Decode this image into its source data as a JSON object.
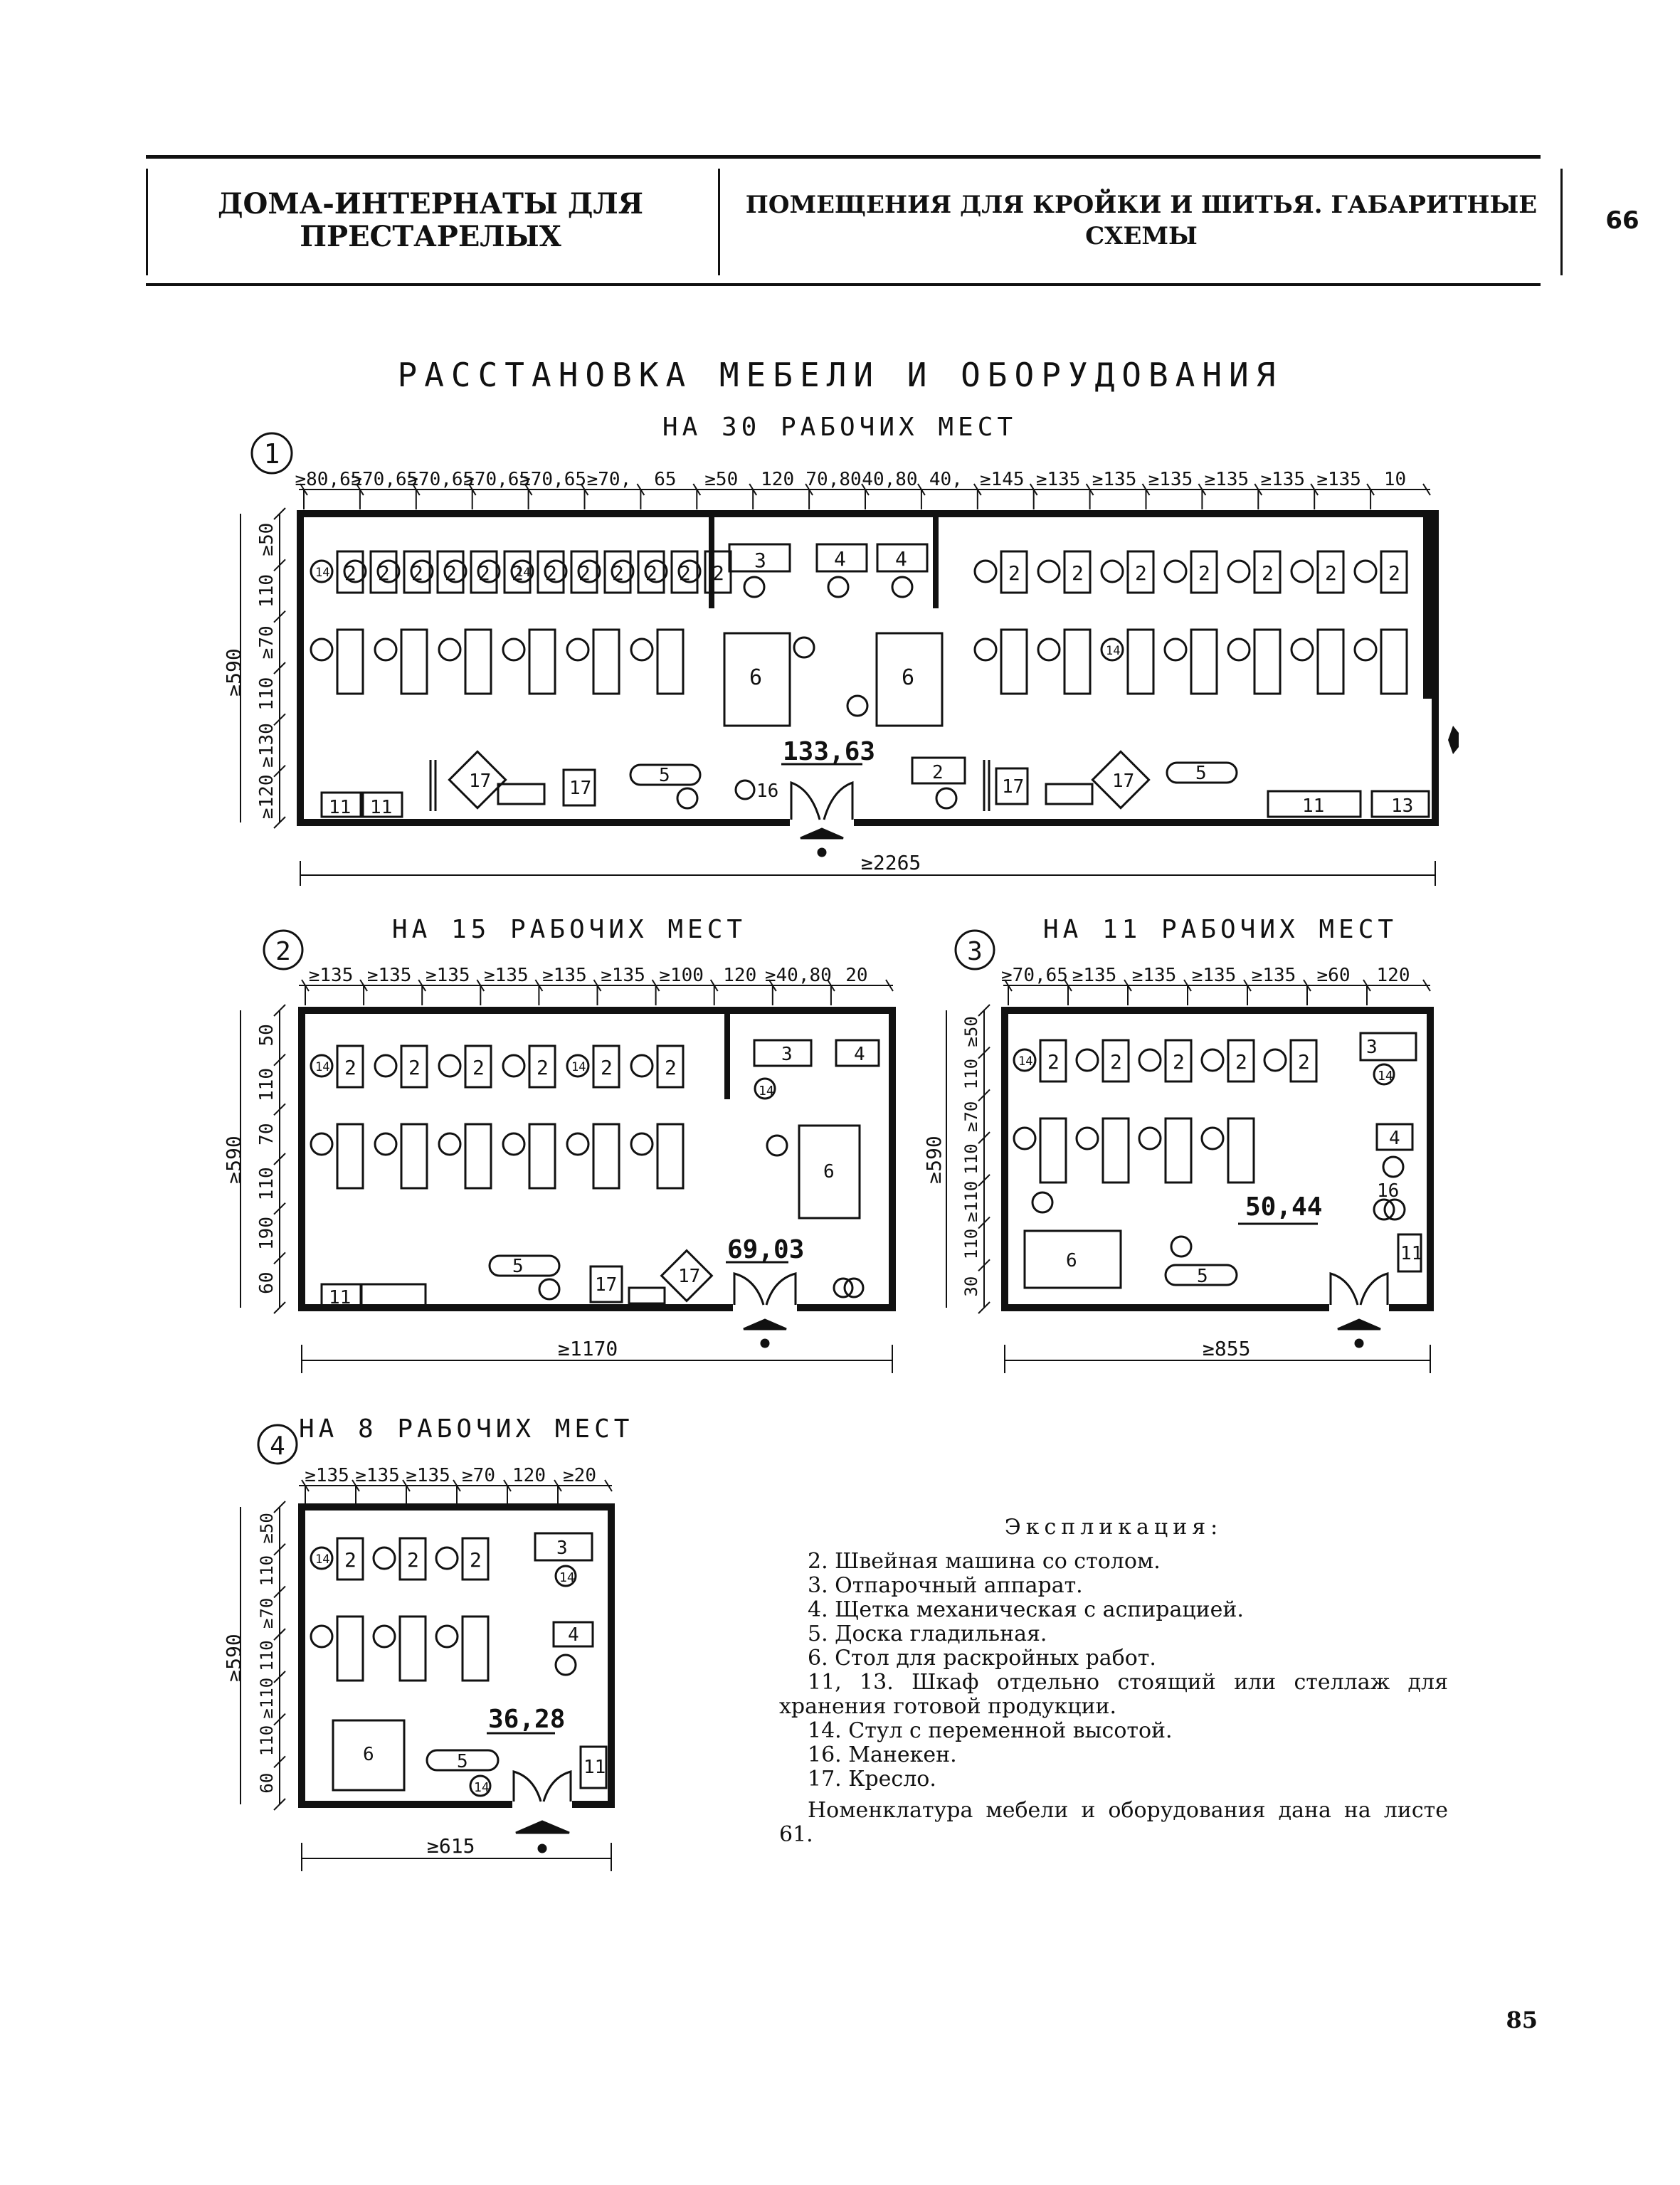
{
  "header": {
    "left": "ДОМА-ИНТЕРНАТЫ ДЛЯ ПРЕСТАРЕЛЫХ",
    "center": "ПОМЕЩЕНИЯ ДЛЯ КРОЙКИ И ШИТЬЯ. ГАБАРИТНЫЕ СХЕМЫ",
    "sheet": "66"
  },
  "main_title": "РАССТАНОВКА МЕБЕЛИ И ОБОРУДОВАНИЯ",
  "plans": [
    {
      "number": "1",
      "subtitle": "НА 30 РАБОЧИХ МЕСТ",
      "area": "133,63",
      "width_label": "≥2265",
      "top_dims": [
        "≥80,65",
        "≥70,65",
        "≥70,65",
        "≥70,65",
        "≥70,65",
        "≥70,",
        "65",
        "≥50",
        "120",
        "70,80",
        "40,80",
        "40,",
        "≥145",
        "≥135",
        "≥135",
        "≥135",
        "≥135",
        "≥135",
        "≥135",
        "10"
      ],
      "side_dims": [
        "≥50",
        "110",
        "≥70",
        "110",
        "≥130",
        "≥120"
      ],
      "depth_label": "≥590"
    },
    {
      "number": "2",
      "subtitle": "НА 15 РАБОЧИХ МЕСТ",
      "area": "69,03",
      "width_label": "≥1170",
      "top_dims": [
        "≥135",
        "≥135",
        "≥135",
        "≥135",
        "≥135",
        "≥135",
        "≥100",
        "120",
        "≥40,80",
        "20"
      ],
      "side_dims": [
        "50",
        "110",
        "70",
        "110",
        "190",
        "60"
      ],
      "depth_label": "≥590"
    },
    {
      "number": "3",
      "subtitle": "НА 11 РАБОЧИХ МЕСТ",
      "area": "50,44",
      "width_label": "≥855",
      "top_dims": [
        "≥70,65",
        "≥135",
        "≥135",
        "≥135",
        "≥135",
        "≥60",
        "120"
      ],
      "side_dims": [
        "≥50",
        "110",
        "≥70",
        "110",
        "≥110",
        "110",
        "30"
      ],
      "depth_label": "≥590"
    },
    {
      "number": "4",
      "subtitle": "НА 8 РАБОЧИХ МЕСТ",
      "area": "36,28",
      "width_label": "≥615",
      "top_dims": [
        "≥135",
        "≥135",
        "≥135",
        "≥70",
        "120",
        "≥20"
      ],
      "side_dims": [
        "≥50",
        "110",
        "≥70",
        "110",
        "≥110",
        "110",
        "60"
      ],
      "depth_label": "≥590"
    }
  ],
  "explication": {
    "heading": "Экспликация:",
    "items": [
      "2. Швейная машина со столом.",
      "3. Отпарочный аппарат.",
      "4. Щетка механическая с аспирацией.",
      "5. Доска гладильная.",
      "6. Стол для раскройных работ.",
      "11, 13. Шкаф отдельно стоящий или стеллаж для хранения готовой продукции.",
      "14. Стул с переменной высотой.",
      "16. Манекен.",
      "17. Кресло."
    ],
    "note": "Номенклатура мебели и оборудования дана на листе 61."
  },
  "page_number": "85"
}
